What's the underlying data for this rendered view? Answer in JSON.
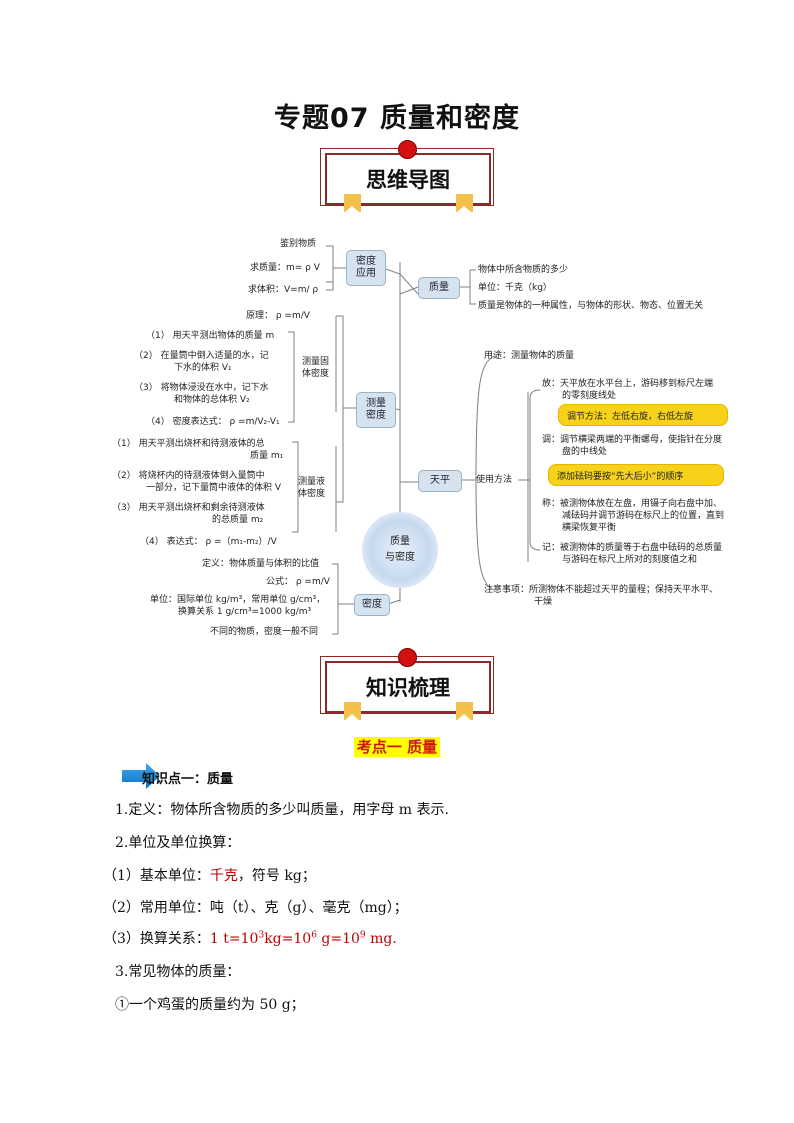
{
  "title": "专题07  质量和密度",
  "banner1": "思维导图",
  "banner2": "知识梳理",
  "mindmap": {
    "center": "质量\n与密度",
    "nodes": {
      "app": "密度\n应用",
      "measure": "测量\n密度",
      "density": "密度",
      "mass": "质量",
      "balance": "天平"
    },
    "app_items": [
      "鉴别物质",
      "求质量：m= ρ V",
      "求体积：V=m/ ρ"
    ],
    "mass_items": [
      "物体中所含物质的多少",
      "单位：千克（kg）",
      "质量是物体的一种属性，与物体的形状、物态、位置无关"
    ],
    "principle": "原理：  ρ =m/V",
    "solid_label": "测量固\n体密度",
    "solid_steps": [
      "（1）  用天平测出物体的质量 m",
      "（2）  在量筒中倒入适量的水，记",
      "下水的体积 V₁",
      "（3）  将物体浸没在水中，记下水",
      "和物体的总体积 V₂",
      "（4）  密度表达式：  ρ =m/V₂-V₁"
    ],
    "liquid_label": "测量液\n体密度",
    "liquid_steps": [
      "（1）    用天平测出烧杯和待测液体的总",
      "质量 m₁",
      "（2）    将烧杯内的待测液体倒入量筒中",
      "一部分，记下量筒中液体的体积 V",
      "（3）    用天平测出烧杯和剩余待测液体",
      "的总质量 m₂",
      "（4）      表达式：  ρ =（m₁-m₂）/V"
    ],
    "density_items": [
      "定义：物体质量与体积的比值",
      "公式：  ρ =m/V",
      "单位：国际单位 kg/m³，常用单位 g/cm³，",
      "换算关系 1 g/cm³=1000 kg/m³",
      "不同的物质，密度一般不同"
    ],
    "balance_use": "用途：测量物体的质量",
    "usage_label": "使用方法",
    "usage_items": [
      "放：天平放在水平台上，游码移到标尺左端",
      "的零刻度线处",
      "调：调节横梁两端的平衡螺母，使指针在分度",
      "盘的中线处",
      "称：被测物体放在左盘，用镊子向右盘中加、",
      "减砝码并调节游码在标尺上的位置，直到",
      "横梁恢复平衡",
      "记：被测物体的质量等于右盘中砝码的总质量",
      "与游码在标尺上所对的刻度值之和"
    ],
    "tip1": "调节方法：左低右旋，右低左旋",
    "tip2": "添加砝码要按“先大后小”的顺序",
    "notice": "注意事项：所测物体不能超过天平的量程；保持天平水平、",
    "notice2": "干燥"
  },
  "kaodian": "考点一  质量",
  "zhishidian": "知识点一：质量",
  "lines": {
    "l1": "1.定义：物体所含物质的多少叫质量，用字母 m 表示.",
    "l2": "2.单位及单位换算：",
    "l3a": "（1）基本单位：",
    "l3b": "千克",
    "l3c": "，符号 kg；",
    "l4": "（2）常用单位：吨（t）、克（g）、毫克（mg）；",
    "l5a": "（3）换算关系：",
    "l5b": "1 t=10",
    "l5b_sup": "3",
    "l5c": "kg=10",
    "l5c_sup": "6",
    "l5d": " g=10",
    "l5d_sup": "9",
    "l5e": " mg.",
    "l6": "3.常见物体的质量：",
    "l7": "①一个鸡蛋的质量约为 50 g；"
  },
  "colors": {
    "accent_red": "#c00000",
    "banner_border": "#8c2a2a",
    "node_fill": "#d4e3ee",
    "highlight": "#f7d21a",
    "arrow_blue": "#1e90e0"
  }
}
